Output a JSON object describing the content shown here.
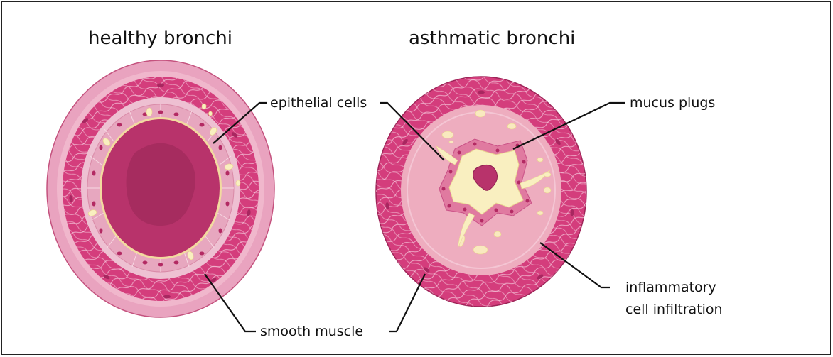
{
  "titles": {
    "healthy": "healthy bronchi",
    "asthmatic": "asthmatic bronchi"
  },
  "labels": {
    "epithelial_cells": "epithelial cells",
    "mucus_plugs": "mucus plugs",
    "smooth_muscle": "smooth muscle",
    "inflammatory_line1": "inflammatory",
    "inflammatory_line2": "cell infiltration"
  },
  "colors": {
    "outer_wall": "#e9a3bf",
    "muscle": "#d43d7c",
    "muscle_fiber": "#f6c6d8",
    "epithelium": "#ecb6c9",
    "lumen": "#b8336b",
    "lumen_inner": "#a62c5f",
    "mucus": "#f9efc0",
    "inflamed": "#eeadbf",
    "nucleus": "#b32a63"
  }
}
